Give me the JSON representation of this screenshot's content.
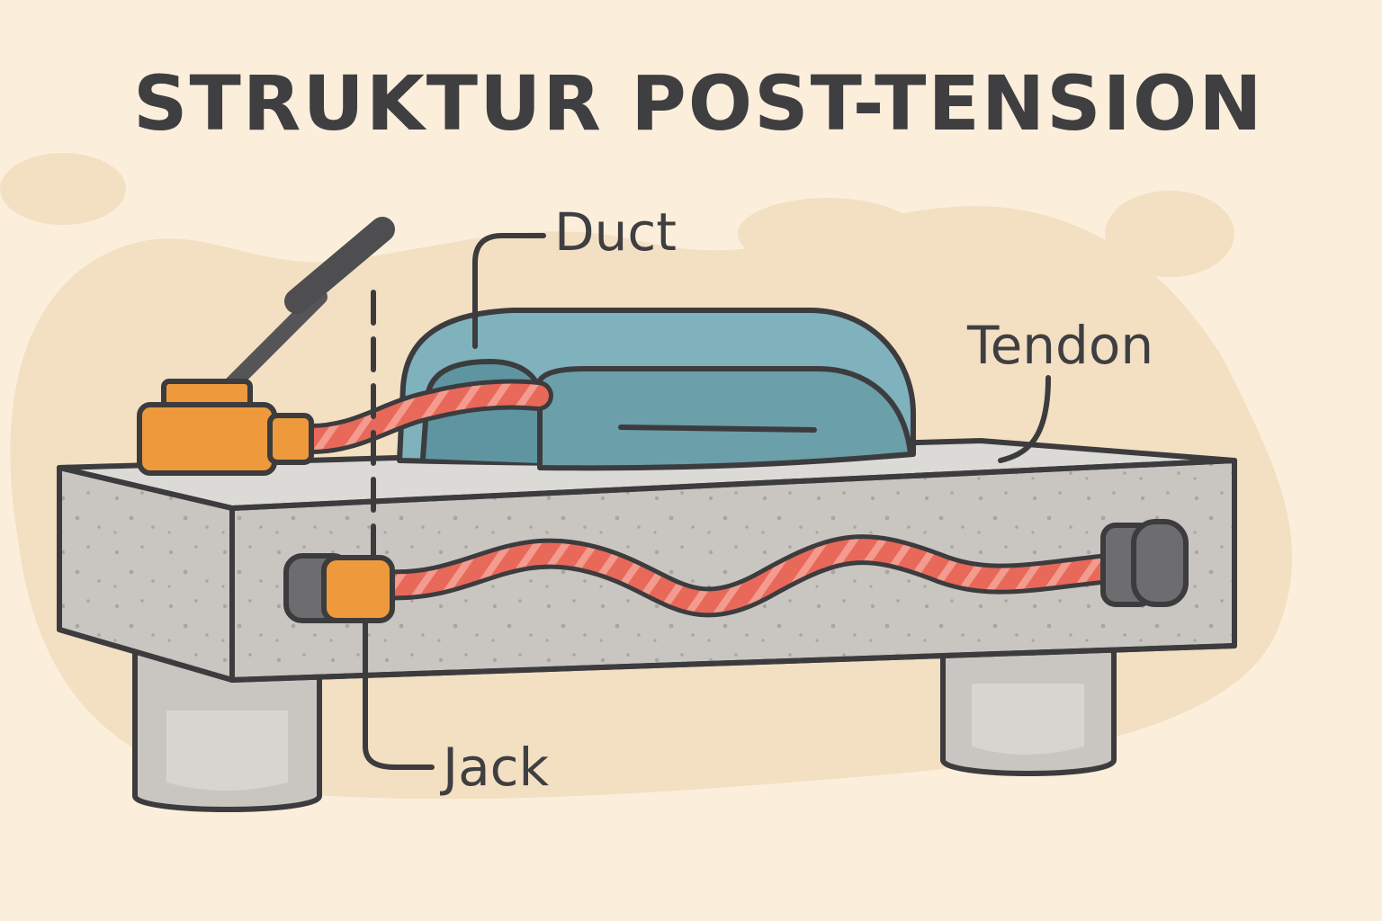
{
  "title": "STRUKTUR POST-TENSION",
  "labels": {
    "duct": "Duct",
    "tendon": "Tendon",
    "jack": "Jack"
  },
  "colors": {
    "background": "#fbefdc",
    "blob": "#f3dfc2",
    "concrete": "#c9c6c1",
    "duct": "#7fb2bd",
    "tendon": "#e8685a",
    "jack": "#ee9a3c",
    "anchor": "#6d6d70",
    "ink": "#3c3c3e"
  }
}
